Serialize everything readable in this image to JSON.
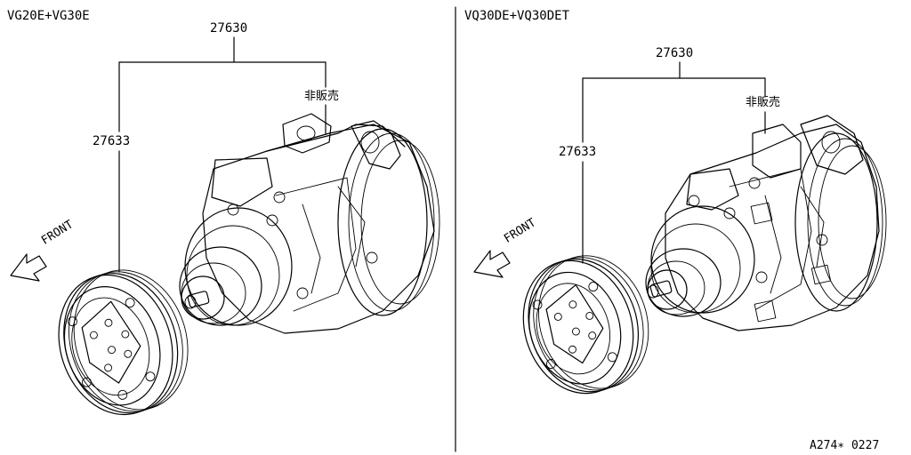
{
  "left_panel": {
    "engine_label": "VG20E+VG30E",
    "assembly_part_no": "27630",
    "clutch_part_no": "27633",
    "not_for_sale_label": "非販売",
    "front_label": "FRONT"
  },
  "right_panel": {
    "engine_label": "VQ30DE+VQ30DET",
    "assembly_part_no": "27630",
    "clutch_part_no": "27633",
    "not_for_sale_label": "非販売",
    "front_label": "FRONT"
  },
  "diagram_code": "A274∗ 0227"
}
